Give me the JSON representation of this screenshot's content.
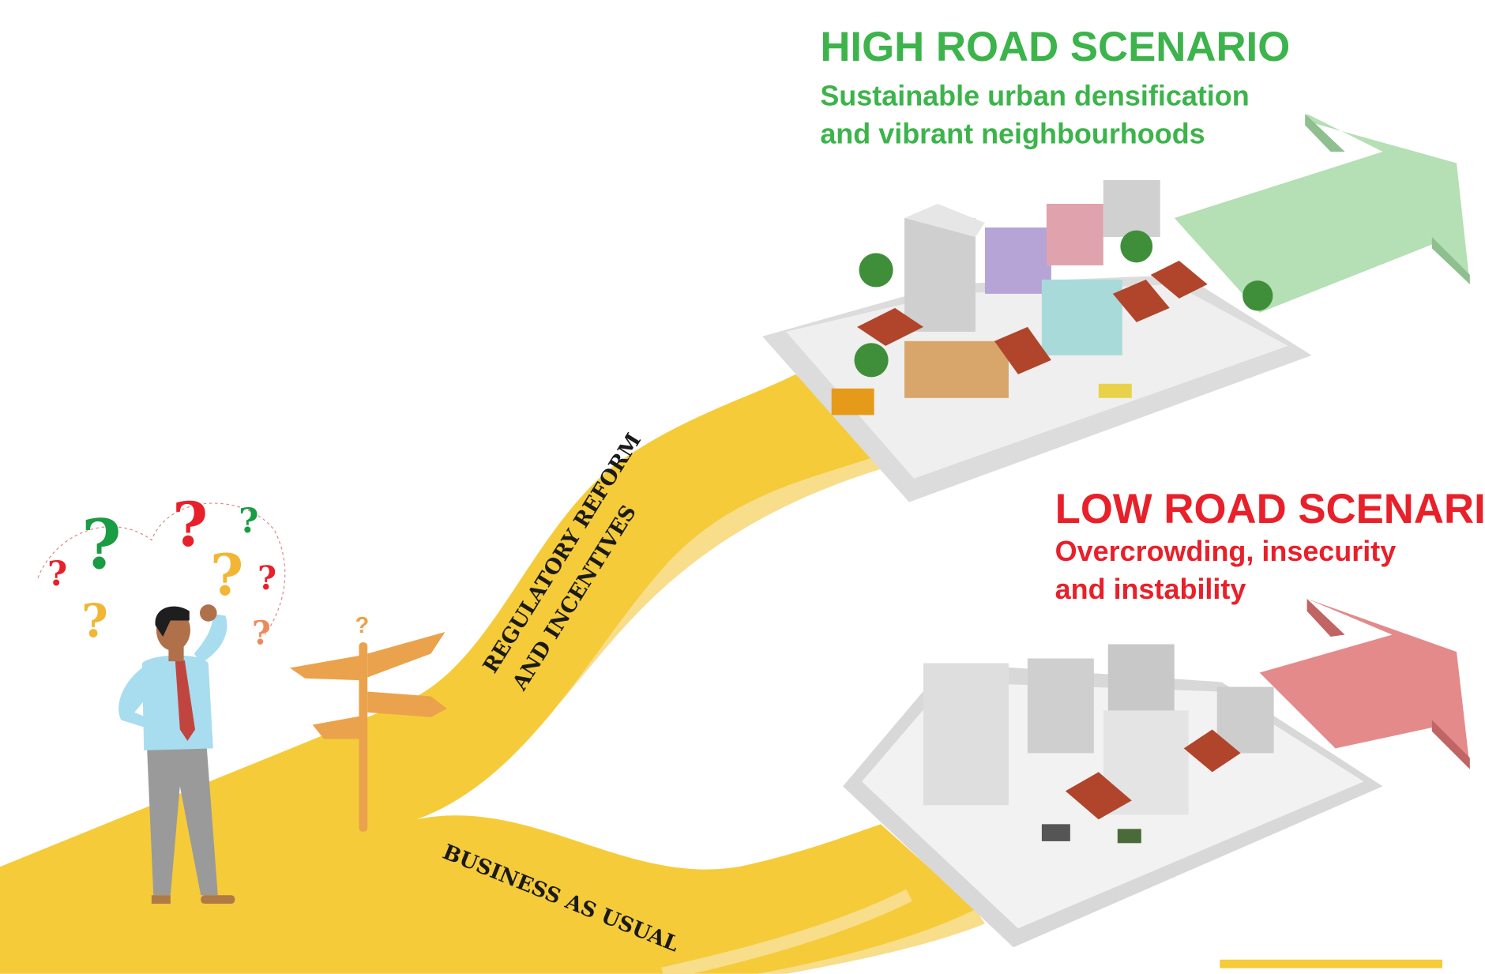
{
  "high_road": {
    "title": "HIGH ROAD SCENARIO",
    "subtitle_line1": "Sustainable urban densification",
    "subtitle_line2": "and vibrant neighbourhoods",
    "color": "#3cb44b",
    "arrow_color": "#b5dfb4"
  },
  "low_road": {
    "title": "LOW ROAD SCENARIO",
    "subtitle_line1": "Overcrowding, insecurity",
    "subtitle_line2": "and instability",
    "color": "#e8202a",
    "arrow_color": "#e48a8a"
  },
  "paths": {
    "upper_line1": "REGULATORY REFORM",
    "upper_line2": "AND INCENTIVES",
    "lower": "BUSINESS AS USUAL",
    "road_color": "#f5cb3a"
  },
  "signpost": {
    "mark": "?"
  },
  "thought": {
    "marks": [
      "?",
      "?",
      "?",
      "?",
      "?",
      "?",
      "?",
      "?"
    ]
  },
  "icons": [
    "confused-man-icon",
    "signpost-icon",
    "question-mark-icon",
    "city-block-icon",
    "arrow-right-icon"
  ]
}
